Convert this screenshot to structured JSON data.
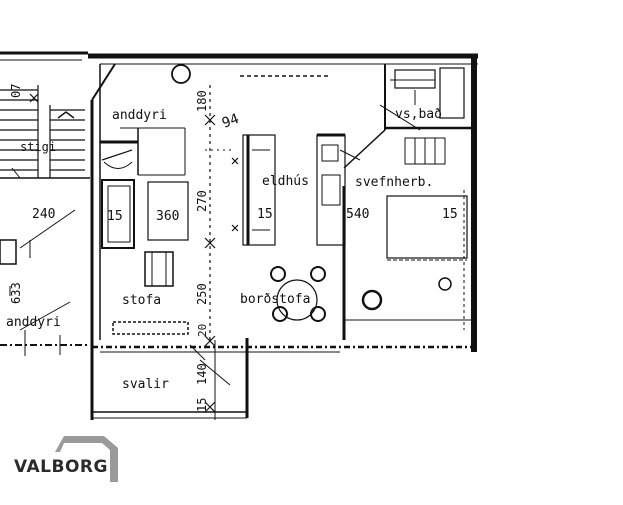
{
  "rooms": {
    "anddyri_main": "anddyri",
    "eldhus": "eldhús",
    "svefnherb": "svefnherb.",
    "vs_bad": "vs,bað",
    "stofa": "stofa",
    "bordstofa": "borðstofa",
    "svalir": "svalir",
    "anddyri_left": "anddyri",
    "stigi": "stigi"
  },
  "dimensions": {
    "d180": "180",
    "d94": "94",
    "d270": "270",
    "d15a": "15",
    "d360": "360",
    "d15b": "15",
    "d540": "540",
    "d15c": "15",
    "d250": "250",
    "d20": "20",
    "d140": "140",
    "d15d": "15",
    "d240": "240",
    "d633": "633",
    "d07": "07"
  },
  "logo": {
    "text": "VALBORG"
  },
  "colors": {
    "ink": "#111111",
    "logo_roof": "#9a9a9a",
    "logo_text": "#2b2b2b"
  }
}
